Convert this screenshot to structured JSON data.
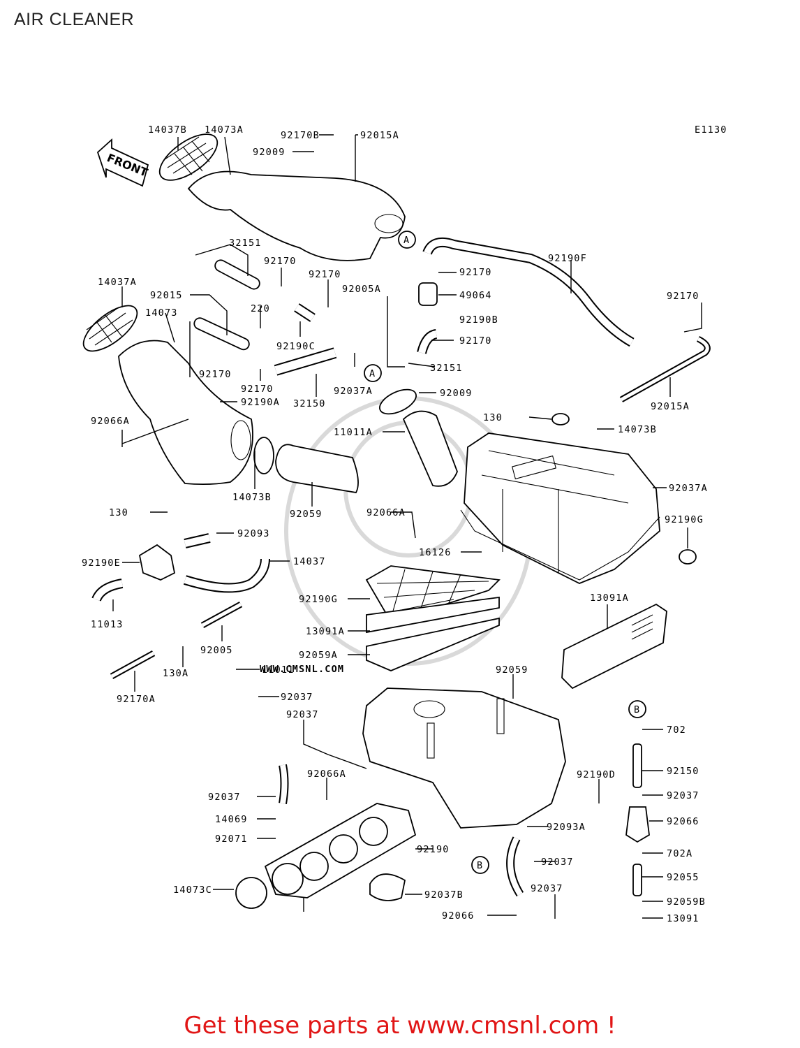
{
  "title": "AIR CLEANER",
  "diagram_code": "E1130",
  "front_label": "FRONT",
  "watermark": "WWW.CMSNL.COM",
  "footer": "Get these parts at www.cmsnl.com !",
  "callouts": [
    {
      "id": "c1",
      "label": "14037B"
    },
    {
      "id": "c2",
      "label": "14073A"
    },
    {
      "id": "c3",
      "label": "92170B"
    },
    {
      "id": "c4",
      "label": "92015A"
    },
    {
      "id": "c5",
      "label": "92009"
    },
    {
      "id": "c6",
      "label": "32151"
    },
    {
      "id": "c7",
      "label": "92170"
    },
    {
      "id": "c8",
      "label": "92170"
    },
    {
      "id": "c9",
      "label": "92190F"
    },
    {
      "id": "c10",
      "label": "92170"
    },
    {
      "id": "c11",
      "label": "14037A"
    },
    {
      "id": "c12",
      "label": "92015"
    },
    {
      "id": "c13",
      "label": "92005A"
    },
    {
      "id": "c14",
      "label": "49064"
    },
    {
      "id": "c15",
      "label": "92170"
    },
    {
      "id": "c16",
      "label": "14073"
    },
    {
      "id": "c17",
      "label": "220"
    },
    {
      "id": "c18",
      "label": "92190B"
    },
    {
      "id": "c19",
      "label": "92190C"
    },
    {
      "id": "c20",
      "label": "92170"
    },
    {
      "id": "c21",
      "label": "32151"
    },
    {
      "id": "c22",
      "label": "92170"
    },
    {
      "id": "c23",
      "label": "92170"
    },
    {
      "id": "c24",
      "label": "92037A"
    },
    {
      "id": "c25",
      "label": "92009"
    },
    {
      "id": "c26",
      "label": "92190A"
    },
    {
      "id": "c27",
      "label": "32150"
    },
    {
      "id": "c28",
      "label": "92015A"
    },
    {
      "id": "c29",
      "label": "92066A"
    },
    {
      "id": "c30",
      "label": "130"
    },
    {
      "id": "c31",
      "label": "14073B"
    },
    {
      "id": "c32",
      "label": "11011A"
    },
    {
      "id": "c33",
      "label": "92037A"
    },
    {
      "id": "c34",
      "label": "14073B"
    },
    {
      "id": "c35",
      "label": "92059"
    },
    {
      "id": "c36",
      "label": "130"
    },
    {
      "id": "c37",
      "label": "92066A"
    },
    {
      "id": "c38",
      "label": "92190G"
    },
    {
      "id": "c39",
      "label": "92093"
    },
    {
      "id": "c40",
      "label": "16126"
    },
    {
      "id": "c41",
      "label": "92190E"
    },
    {
      "id": "c42",
      "label": "14037"
    },
    {
      "id": "c43",
      "label": "13091A"
    },
    {
      "id": "c44",
      "label": "92190G"
    },
    {
      "id": "c45",
      "label": "11013"
    },
    {
      "id": "c46",
      "label": "13091A"
    },
    {
      "id": "c47",
      "label": "92059A"
    },
    {
      "id": "c48",
      "label": "92005"
    },
    {
      "id": "c49",
      "label": "130A"
    },
    {
      "id": "c50",
      "label": "11011"
    },
    {
      "id": "c51",
      "label": "92059"
    },
    {
      "id": "c52",
      "label": "92170A"
    },
    {
      "id": "c53",
      "label": "92037"
    },
    {
      "id": "c54",
      "label": "92037"
    },
    {
      "id": "c55",
      "label": "702"
    },
    {
      "id": "c56",
      "label": "92150"
    },
    {
      "id": "c57",
      "label": "92066A"
    },
    {
      "id": "c58",
      "label": "92190D"
    },
    {
      "id": "c59",
      "label": "92037"
    },
    {
      "id": "c60",
      "label": "92037"
    },
    {
      "id": "c61",
      "label": "14069"
    },
    {
      "id": "c62",
      "label": "92066"
    },
    {
      "id": "c63",
      "label": "92071"
    },
    {
      "id": "c64",
      "label": "92093A"
    },
    {
      "id": "c65",
      "label": "92190"
    },
    {
      "id": "c66",
      "label": "92037"
    },
    {
      "id": "c67",
      "label": "702A"
    },
    {
      "id": "c68",
      "label": "92055"
    },
    {
      "id": "c69",
      "label": "14073C"
    },
    {
      "id": "c70",
      "label": "92037B"
    },
    {
      "id": "c71",
      "label": "92037"
    },
    {
      "id": "c72",
      "label": "92059B"
    },
    {
      "id": "c73",
      "label": "92066"
    },
    {
      "id": "c74",
      "label": "13091"
    }
  ],
  "ref_markers": [
    {
      "id": "m1",
      "label": "A"
    },
    {
      "id": "m2",
      "label": "A"
    },
    {
      "id": "m3",
      "label": "B"
    },
    {
      "id": "m4",
      "label": "B"
    }
  ]
}
